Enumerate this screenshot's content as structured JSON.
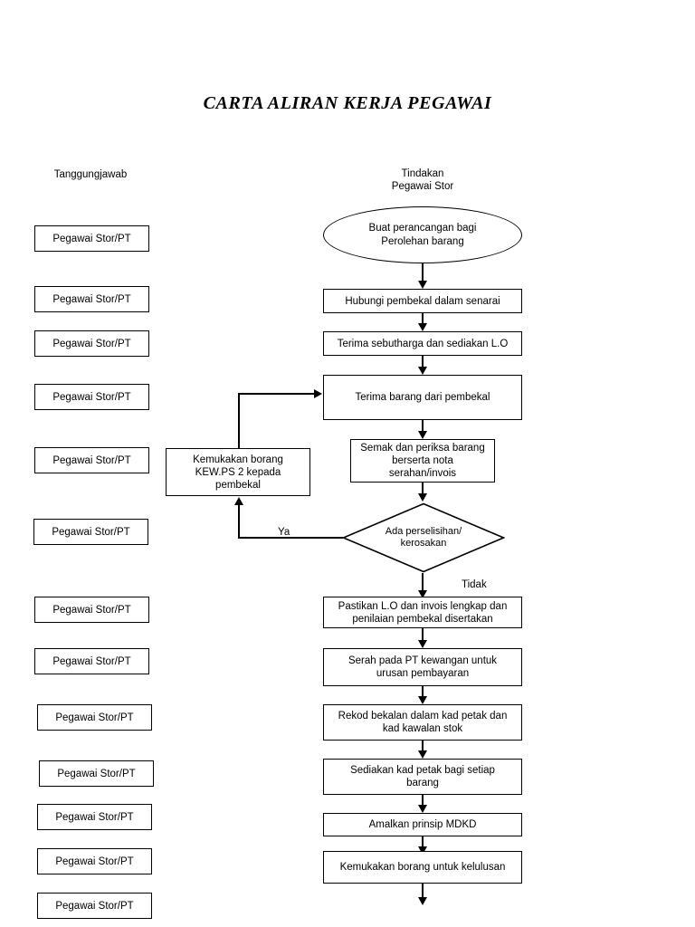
{
  "document": {
    "title": "CARTA ALIRAN KERJA PEGAWAI"
  },
  "columns": {
    "responsibility_header": "Tanggungjawab",
    "action_header": "Tindakan\nPegawai Stor"
  },
  "responsibility_boxes": [
    {
      "label": "Pegawai Stor/PT"
    },
    {
      "label": "Pegawai Stor/PT"
    },
    {
      "label": "Pegawai Stor/PT"
    },
    {
      "label": "Pegawai Stor/PT"
    },
    {
      "label": "Pegawai Stor/PT"
    },
    {
      "label": "Pegawai Stor/PT"
    },
    {
      "label": "Pegawai Stor/PT"
    },
    {
      "label": "Pegawai Stor/PT"
    },
    {
      "label": "Pegawai Stor/PT"
    },
    {
      "label": "Pegawai Stor/PT"
    },
    {
      "label": "Pegawai Stor/PT"
    },
    {
      "label": "Pegawai Stor/PT"
    }
  ],
  "flow_nodes": {
    "start": "Buat perancangan bagi\nPerolehan barang",
    "step1": "Hubungi pembekal dalam senarai",
    "step2": "Terima sebutharga dan sediakan L.O",
    "step3": "Terima barang dari pembekal",
    "step4": "Semak dan periksa barang\nberserta nota\nserahan/invois",
    "decision": "Ada perselisihan/\nkerosakan",
    "rework": "Kemukakan borang\nKEW.PS 2 kepada\npembekal",
    "step5": "Pastikan  L.O dan invois lengkap dan\npenilaian pembekal disertakan",
    "step6": "Serah pada PT kewangan untuk\nurusan pembayaran",
    "step7": "Rekod bekalan dalam kad petak dan\nkad kawalan stok",
    "step8": "Sediakan kad petak bagi setiap\nbarang",
    "step9": "Amalkan prinsip MDKD",
    "step10": "Kemukakan borang untuk kelulusan"
  },
  "edge_labels": {
    "yes": "Ya",
    "no": "Tidak"
  },
  "colors": {
    "stroke": "#000000",
    "fill": "#ffffff",
    "text": "#000000"
  }
}
